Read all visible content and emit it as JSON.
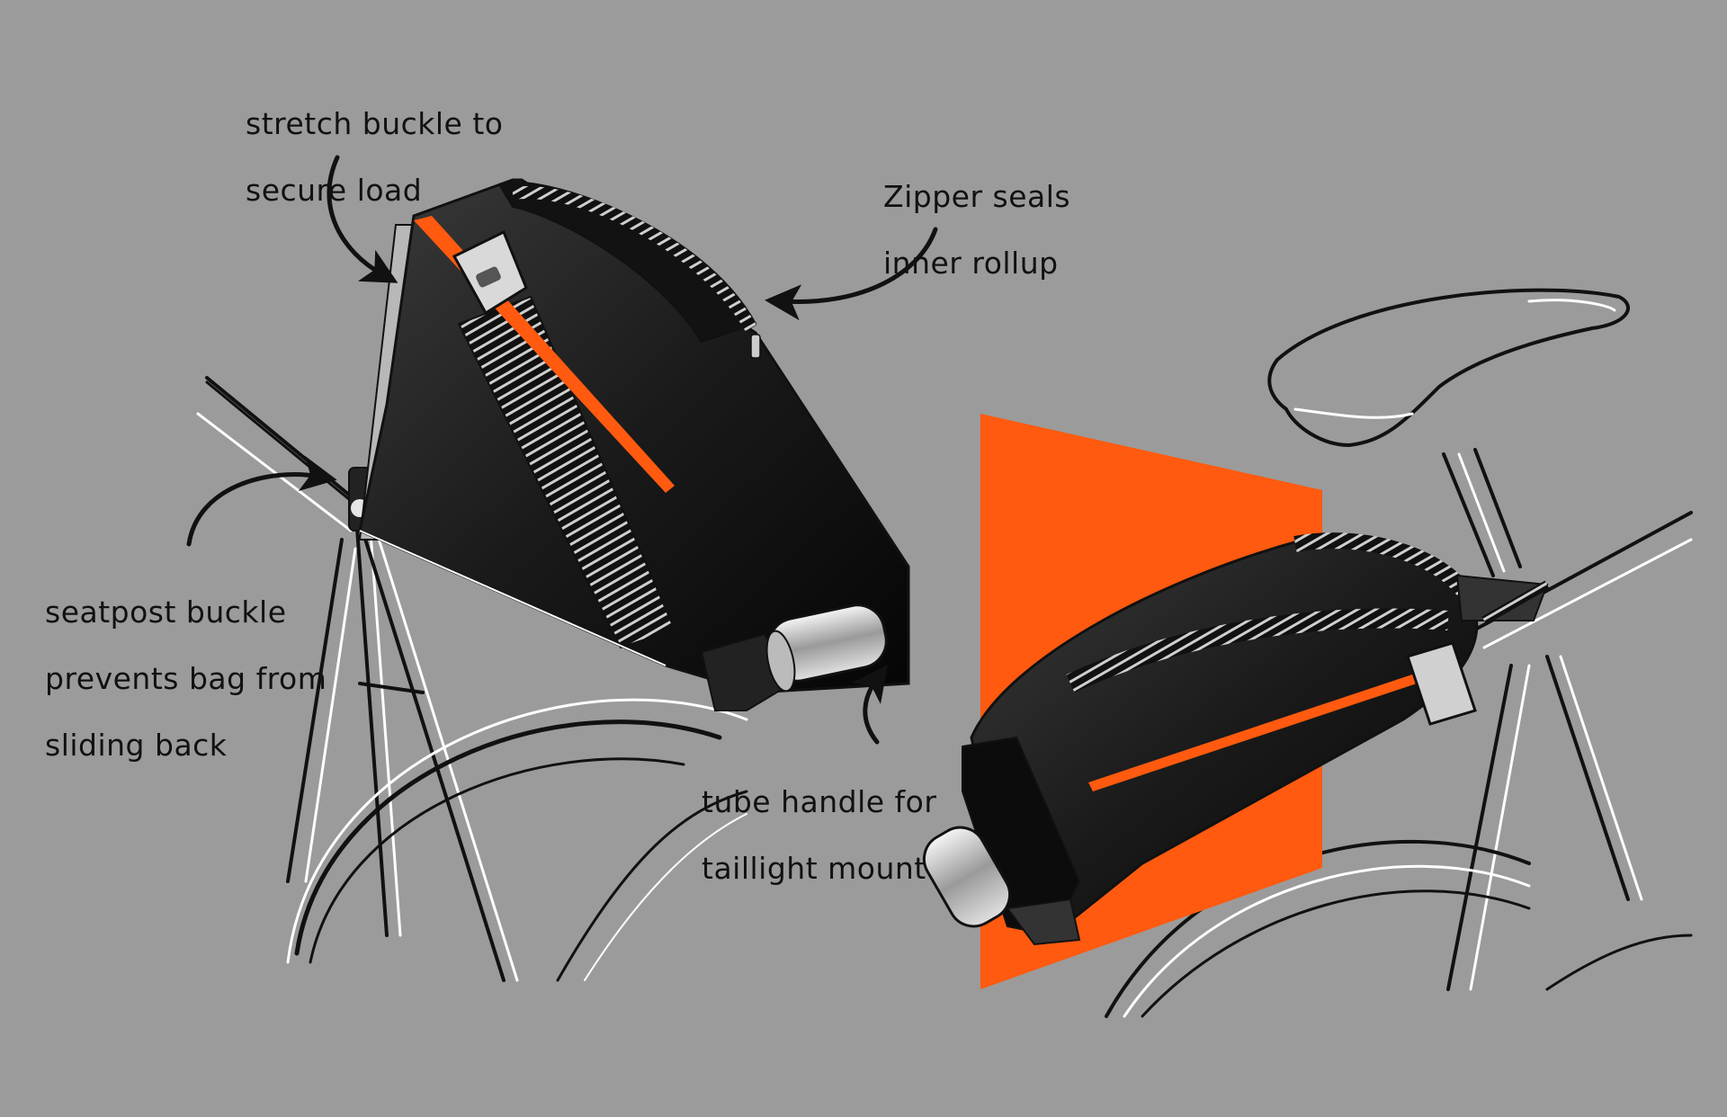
{
  "callouts": {
    "stretch_buckle": {
      "line1": "stretch buckle to",
      "line2": "secure load"
    },
    "zipper": {
      "line1": "Zipper seals",
      "line2": "inner rollup"
    },
    "seatpost": {
      "line1": "seatpost buckle",
      "line2": "prevents bag from",
      "line3": "sliding back"
    },
    "tube_handle": {
      "line1": "tube handle for",
      "line2": "taillight mount"
    }
  },
  "colors": {
    "background": "#9b9b9b",
    "accent": "#ff5a0f",
    "bag": "#1a1a1a",
    "ink": "#111111",
    "line_art": "#ffffff"
  }
}
